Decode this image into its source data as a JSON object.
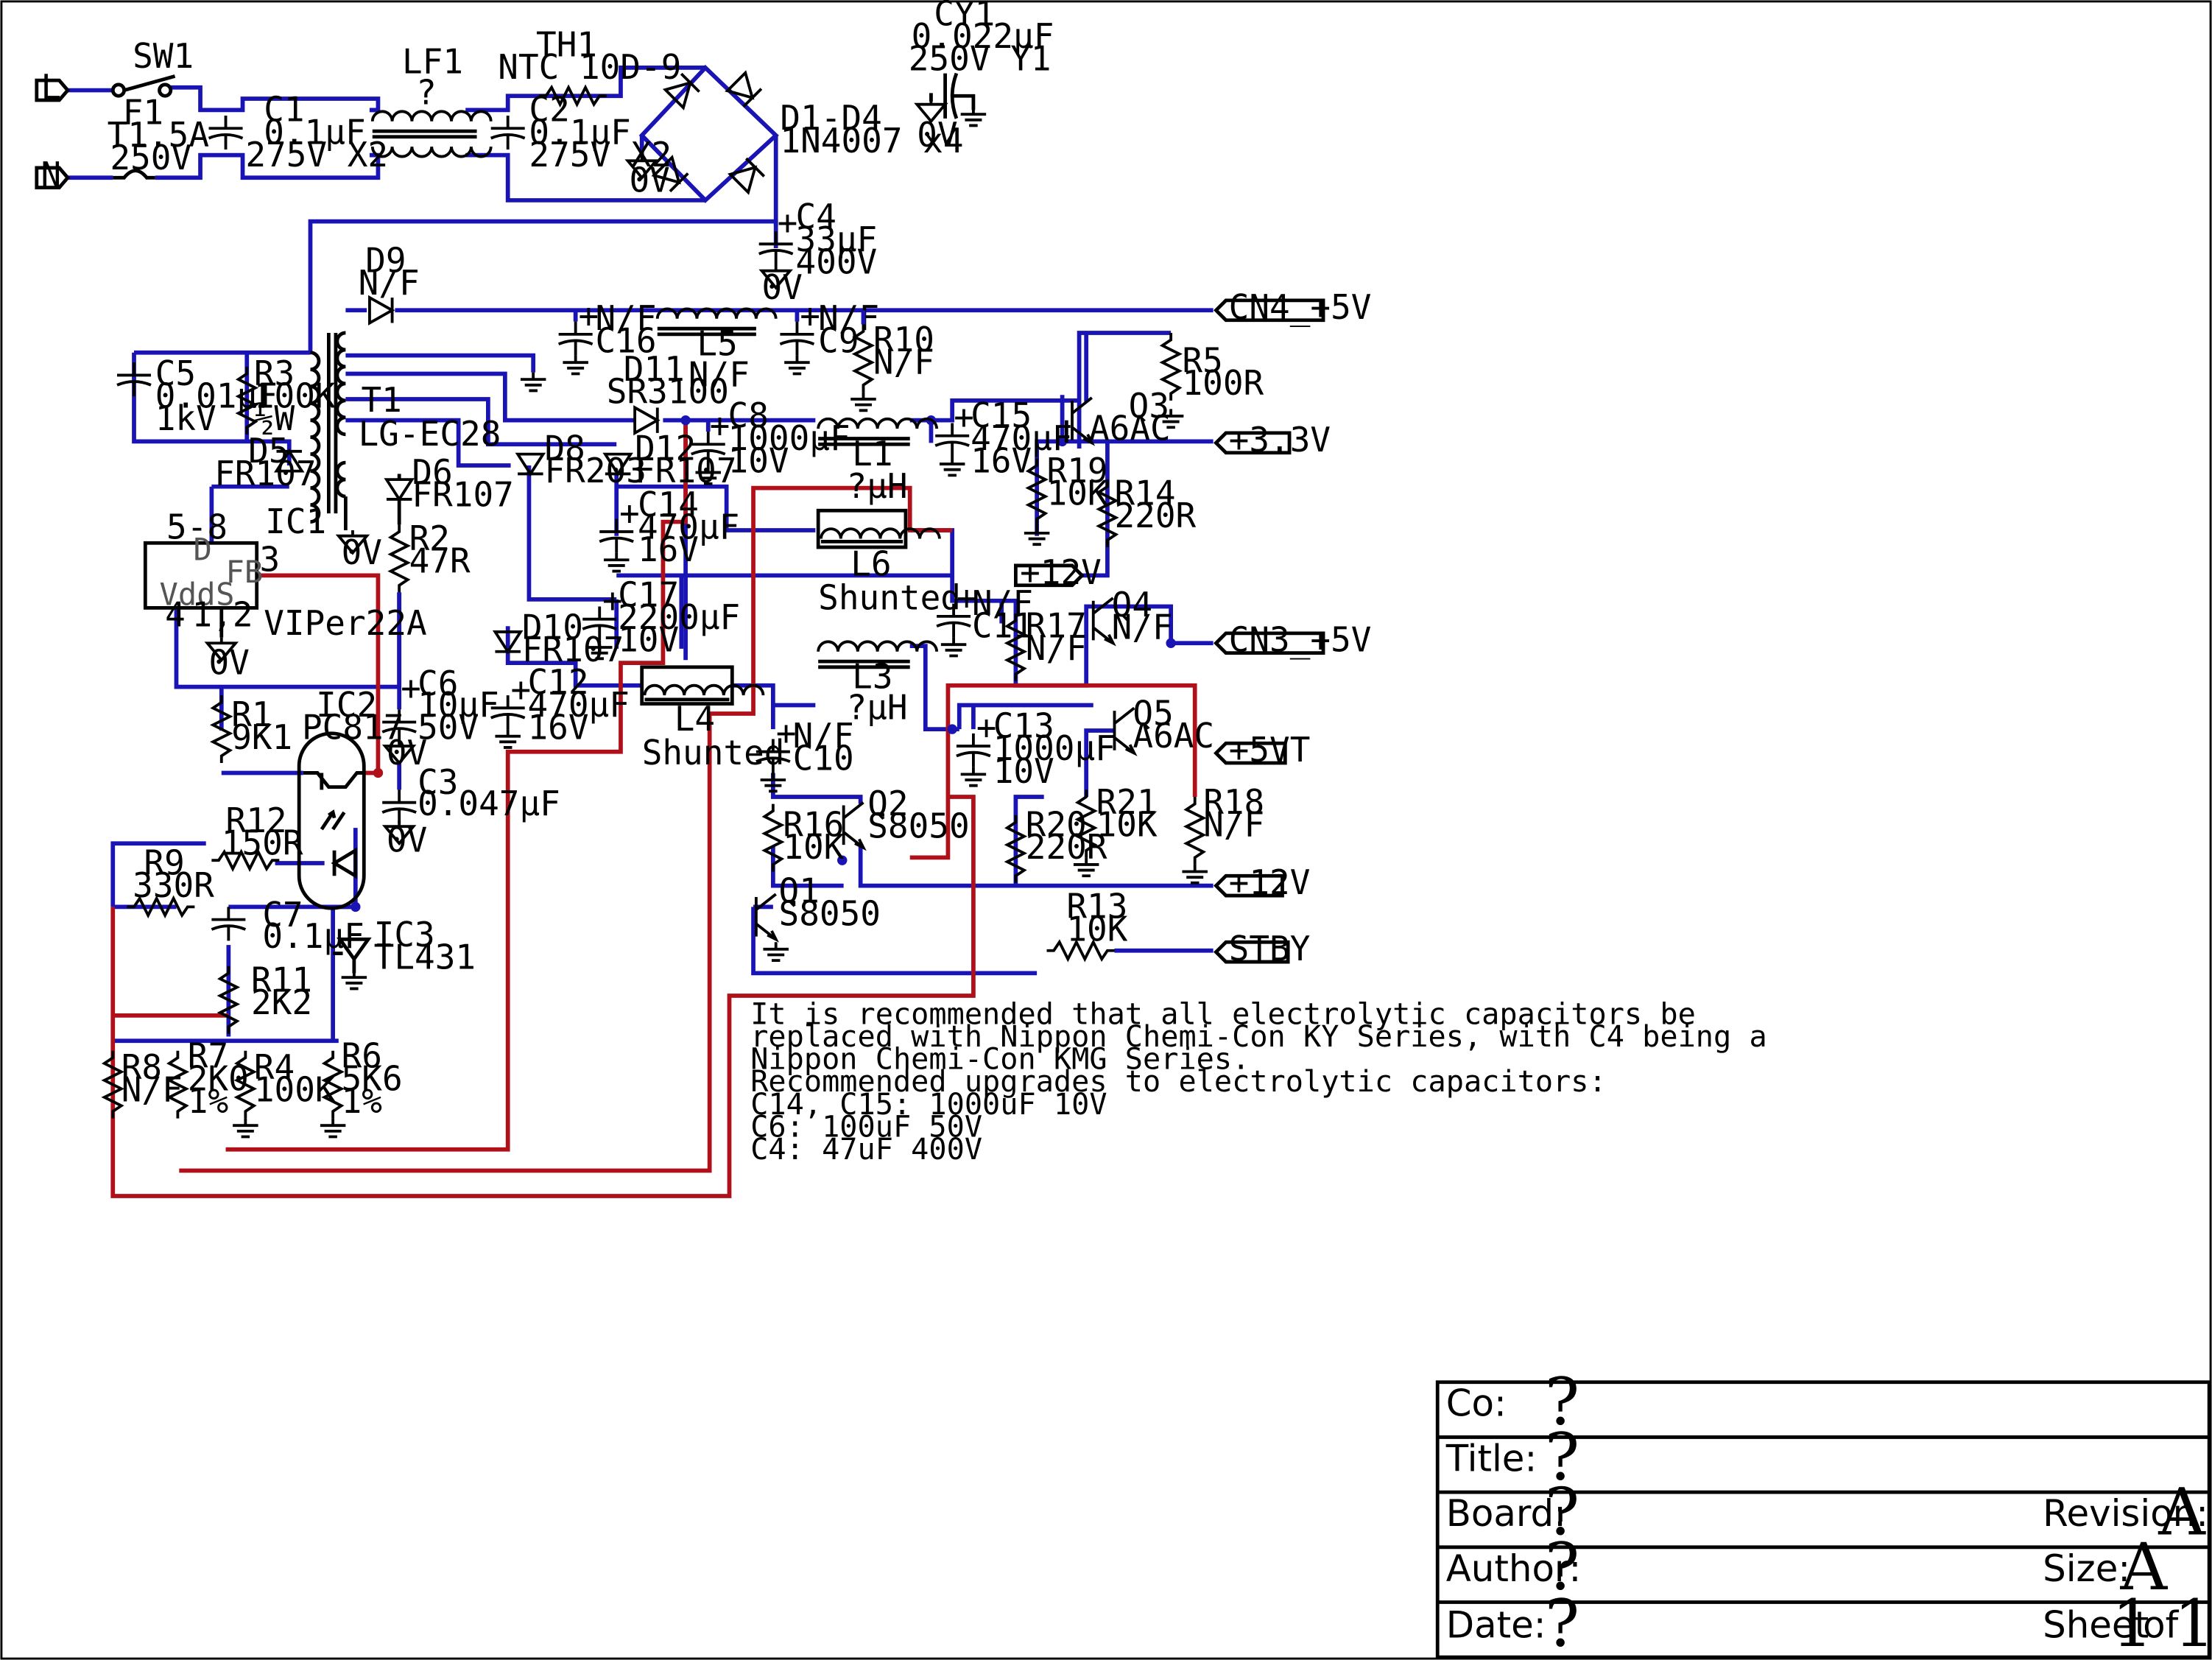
{
  "ports": {
    "l": "L",
    "n": "N",
    "cn4": "CN4_+5V",
    "p33": "+3.3V",
    "p12a": "+12V",
    "cn3": "CN3_+5V",
    "p5vt": "+5VT",
    "p12b": "+12V",
    "stby": "STBY"
  },
  "parts": {
    "sw1": "SW1",
    "f1": "F1",
    "f1v": "T1.5A",
    "f1r": "250V",
    "c1": "C1",
    "c1v": "0.1µF",
    "c1r": "275V X2",
    "lf1": "LF1",
    "lf1q": "?",
    "th1": "TH1",
    "th1v": "NTC 10D-9",
    "c2": "C2",
    "c2v": "0.1µF",
    "c2r": "275V X2",
    "cy1": "CY1",
    "cy1v": "0.022µF",
    "cy1r": "250V Y1",
    "d1d4": "D1-D4",
    "d1d4v": "1N4007 x4",
    "c4": "C4",
    "c4v": "33µF",
    "c4r": "400V",
    "d9": "D9",
    "d9v": "N/F",
    "c16": "C16",
    "c16v": "N/F",
    "l5": "L5",
    "c9": "C9",
    "c9v": "N/F",
    "r10": "R10",
    "r10v": "N/F",
    "c5": "C5",
    "c5v": "0.01µF",
    "c5r": "1kV",
    "r3": "R3",
    "r3v": "100K",
    "r3r": "½W",
    "d5": "D5",
    "d5v": "FR107",
    "t1": "T1",
    "t1v": "LG-EC28",
    "d11": "D11",
    "d11v": "SR3100",
    "d11n": "N/F",
    "c8": "C8",
    "c8v": "1000µF",
    "c8r": "10V",
    "l1": "L1",
    "c15": "C15",
    "c15v": "470µF",
    "c15r": "16V",
    "q3": "Q3",
    "q3v": "A6AC",
    "r5": "R5",
    "r5v": "100R",
    "d8": "D8",
    "d8v": "FR203",
    "d12": "D12",
    "d12v": "FR107",
    "d6": "D6",
    "d6v": "FR107",
    "r2": "R2",
    "r2v": "47R",
    "ic1": "IC1",
    "ic1v": "VIPer22A",
    "c14": "C14",
    "c14v": "470µF",
    "c14r": "16V",
    "l6": "L6",
    "l6q": "?µH",
    "l6s": "Shunted",
    "r19": "R19",
    "r19v": "10K",
    "r14": "R14",
    "r14v": "220R",
    "c17": "C17",
    "c17v": "2200µF",
    "c17r": "10V",
    "c11": "C11",
    "c11v": "N/F",
    "r17": "R17",
    "r17v": "N/F",
    "q4": "Q4",
    "q4v": "N/F",
    "d10": "D10",
    "d10v": "FR107",
    "l3": "L3",
    "c12": "C12",
    "c12v": "470µF",
    "c12r": "16V",
    "l4": "L4",
    "l4s": "Shunted",
    "l4q": "?µH",
    "c6": "C6",
    "c6v": "10µF",
    "c6r": "50V",
    "r1": "R1",
    "r1v": "9K1",
    "ic2": "IC2",
    "ic2v": "PC817",
    "c10": "C10",
    "c10v": "N/F",
    "c13": "C13",
    "c13v": "1000µF",
    "c13r": "10V",
    "q5": "Q5",
    "q5v": "A6AC",
    "c3": "C3",
    "c3v": "0.047µF",
    "r16": "R16",
    "r16v": "10K",
    "q2": "Q2",
    "q2v": "S8050",
    "r20": "R20",
    "r20v": "220R",
    "r21": "R21",
    "r21v": "10K",
    "r18": "R18",
    "r18v": "N/F",
    "r12": "R12",
    "r12v": "150R",
    "r9": "R9",
    "r9v": "330R",
    "c7": "C7",
    "c7v": "0.1µF",
    "ic3": "IC3",
    "ic3v": "TL431",
    "q1": "Q1",
    "q1v": "S8050",
    "r13": "R13",
    "r13v": "10K",
    "r11": "R11",
    "r11v": "2K2",
    "r8": "R8",
    "r8v": "N/F",
    "r7": "R7",
    "r7v": "2K0",
    "r7r": "1%",
    "r4": "R4",
    "r4v": "100K",
    "r6": "R6",
    "r6v": "5K6",
    "r6r": "1%"
  },
  "gnd": {
    "label": "0V"
  },
  "plus": "+",
  "ic1pins": {
    "p58": "5-8",
    "d": "D",
    "fb": "FB",
    "p3": "3",
    "vdd": "Vdd",
    "s": "S",
    "p4": "4",
    "p12": "1,2"
  },
  "note": [
    "It is recommended that all electrolytic capacitors be",
    "replaced with Nippon Chemi-Con KY Series, with C4 being a",
    "Nippon Chemi-Con KMG Series.",
    "Recommended upgrades to electrolytic capacitors:",
    "C14, C15: 1000uF 10V",
    "C6: 100uF 50V",
    "C4: 47uF 400V"
  ],
  "title_block": {
    "co_label": "Co:",
    "co_value": "?",
    "title_label": "Title:",
    "title_value": "?",
    "board_label": "Board:",
    "board_value": "?",
    "revision_label": "Revision:",
    "revision_value": "A",
    "author_label": "Author:",
    "author_value": "?",
    "size_label": "Size:",
    "size_value": "A",
    "date_label": "Date:",
    "date_value": "?",
    "sheet_label": "Sheet",
    "sheet_value": "1",
    "of_label": "of",
    "of_value": "1"
  }
}
